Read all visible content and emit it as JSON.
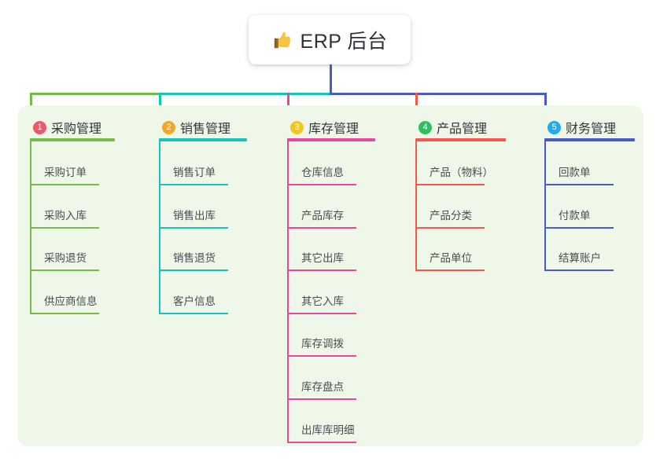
{
  "root": {
    "icon": "thumbs-up-icon",
    "title": "ERP 后台"
  },
  "palette": {
    "panel_bg": "#eef7e8",
    "page_bg": "#ffffff",
    "root_line": "#4a5bc4",
    "text": "#4a4c53"
  },
  "columns": [
    {
      "number": "1",
      "title": "采购管理",
      "badge_color": "#f2566a",
      "line_color": "#76bb46",
      "items": [
        "采购订单",
        "采购入库",
        "采购退货",
        "供应商信息"
      ]
    },
    {
      "number": "2",
      "title": "销售管理",
      "badge_color": "#f5a623",
      "line_color": "#18c3bb",
      "items": [
        "销售订单",
        "销售出库",
        "销售退货",
        "客户信息"
      ]
    },
    {
      "number": "3",
      "title": "库存管理",
      "badge_color": "#f3c620",
      "line_color": "#e8479b",
      "items": [
        "仓库信息",
        "产品库存",
        "其它出库",
        "其它入库",
        "库存调拨",
        "库存盘点",
        "出库库明细"
      ]
    },
    {
      "number": "4",
      "title": "产品管理",
      "badge_color": "#2fbf5f",
      "line_color": "#f4574f",
      "items": [
        "产品（物料）",
        "产品分类",
        "产品单位"
      ]
    },
    {
      "number": "5",
      "title": "财务管理",
      "badge_color": "#22aaee",
      "line_color": "#4a5bc4",
      "items": [
        "回款单",
        "付款单",
        "结算账户"
      ]
    }
  ]
}
